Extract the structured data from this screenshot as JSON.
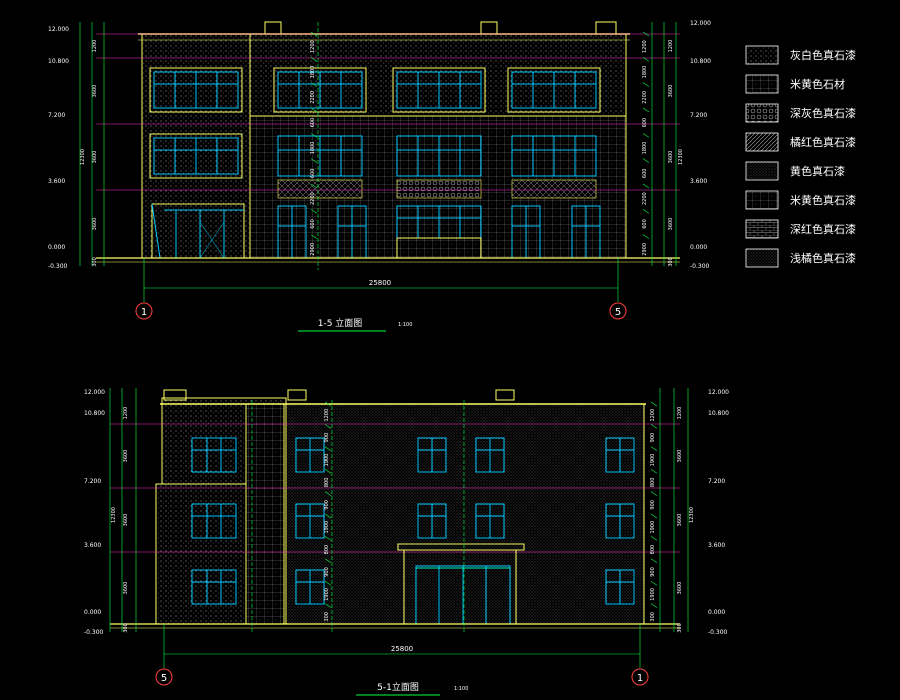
{
  "drawing": {
    "background": "#000000",
    "colors": {
      "outline": "#ffff66",
      "glass": "#00c8ff",
      "grid": "#ff2fd0",
      "dim": "#00ff40",
      "axis": "#ff4040",
      "hatch": "#ffffff"
    }
  },
  "front_elevation": {
    "title": "1-5 立面图",
    "scale": "1:100",
    "axis_left": "1",
    "axis_right": "5",
    "total_width": "25800",
    "levels_left": [
      "12.000",
      "10.800",
      "7.200",
      "3.600",
      "0.000",
      "-0.300"
    ],
    "levels_right": [
      "12.000",
      "10.800",
      "7.200",
      "3.600",
      "0.000",
      "-0.300"
    ],
    "overall_height": "12300",
    "dims_left": [
      "1200",
      "3600",
      "3600",
      "3600",
      "300"
    ],
    "dims_mid": [
      "1200",
      "1800",
      "2200",
      "600",
      "1800",
      "600",
      "2200",
      "600",
      "2900"
    ],
    "dims_right": [
      "1200",
      "3600",
      "3600",
      "3600",
      "300"
    ],
    "dims_right_mid": [
      "1200",
      "1800",
      "2200",
      "600",
      "1800",
      "600",
      "2200",
      "600",
      "2900"
    ]
  },
  "side_elevation": {
    "title": "5-1立面图",
    "scale": "1:100",
    "axis_left": "5",
    "axis_right": "1",
    "total_width": "25800",
    "levels_left": [
      "12.000",
      "10.800",
      "7.200",
      "3.600",
      "0.000",
      "-0.300"
    ],
    "levels_right": [
      "12.000",
      "10.800",
      "7.200",
      "3.600",
      "0.000",
      "-0.300"
    ],
    "overall_height": "12300",
    "dims_left": [
      "1200",
      "3600",
      "3600",
      "3600",
      "300"
    ],
    "dims_mid": [
      "1200",
      "900",
      "1900",
      "800",
      "900",
      "1900",
      "800",
      "900",
      "1900",
      "300"
    ],
    "dims_right": [
      "1200",
      "3600",
      "3600",
      "3600",
      "300"
    ],
    "dims_right_mid": [
      "1200",
      "900",
      "1900",
      "800",
      "900",
      "1900",
      "800",
      "900",
      "1900",
      "300"
    ]
  },
  "legend": [
    {
      "label": "灰白色真石漆",
      "pattern": "dots"
    },
    {
      "label": "米黄色石材",
      "pattern": "grid"
    },
    {
      "label": "深灰色真石漆",
      "pattern": "hex"
    },
    {
      "label": "橘红色真石漆",
      "pattern": "diag"
    },
    {
      "label": "黄色真石漆",
      "pattern": "dots2"
    },
    {
      "label": "米黄色真石漆",
      "pattern": "grid2"
    },
    {
      "label": "深红色真石漆",
      "pattern": "brick"
    },
    {
      "label": "浅橘色真石漆",
      "pattern": "dots3"
    }
  ]
}
